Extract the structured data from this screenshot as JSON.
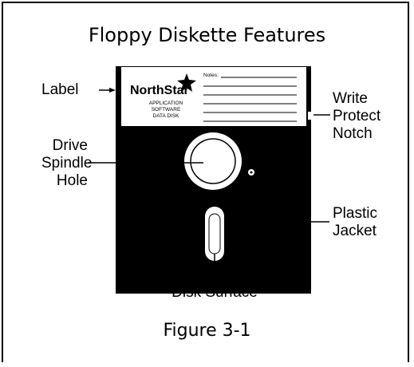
{
  "title": "Floppy Diskette Features",
  "caption": "Figure 3-1",
  "disk": {
    "brand": "NorthStar",
    "notes_label": "Notes:",
    "label_lines": [
      "APPLICATION",
      "SOFTWARE",
      "DATA DISK"
    ]
  },
  "callouts": {
    "label": "Label",
    "write_protect": [
      "Write",
      "Protect",
      "Notch"
    ],
    "spindle": [
      "Drive",
      "Spindle",
      "Hole"
    ],
    "jacket": [
      "Plastic",
      "Jacket"
    ],
    "surface": "Disk Surface"
  },
  "colors": {
    "jacket": "#000000",
    "background": "#ffffff"
  }
}
